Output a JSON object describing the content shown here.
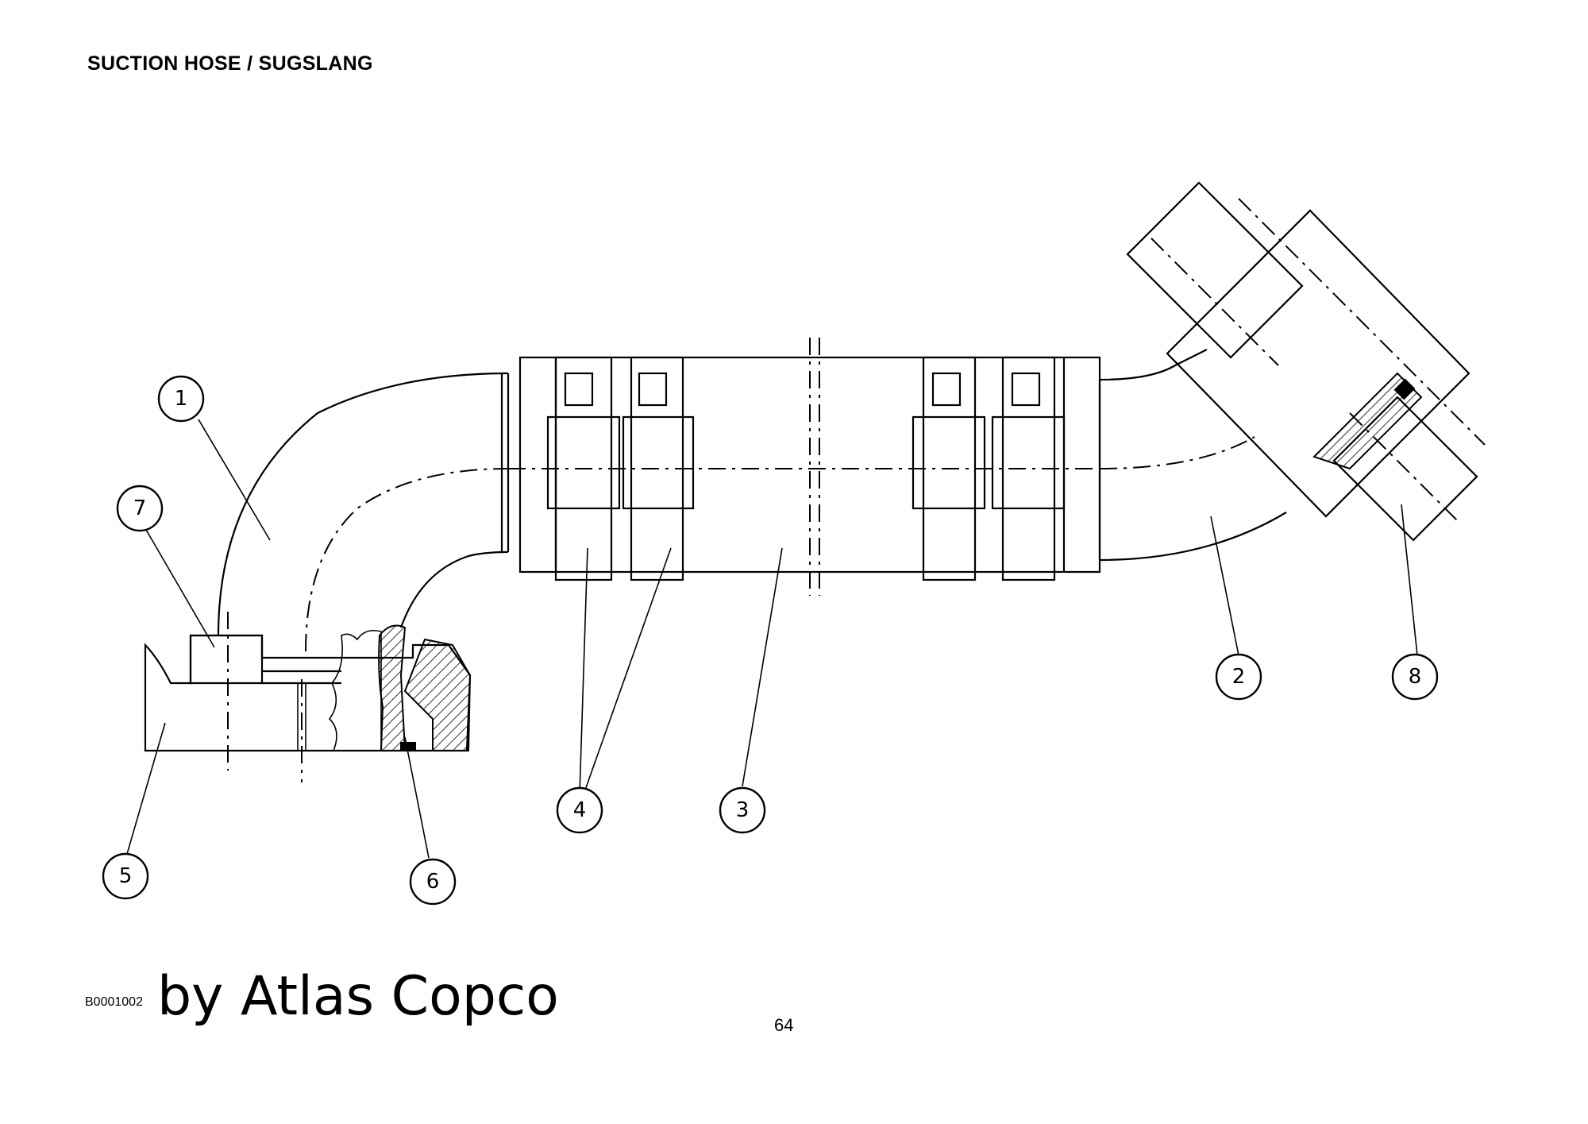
{
  "title": "SUCTION HOSE / SUGSLANG",
  "drawing_code": "B0001002",
  "brand": "by Atlas Copco",
  "page_number": "64",
  "callouts": [
    {
      "id": "1",
      "label": "1"
    },
    {
      "id": "2",
      "label": "2"
    },
    {
      "id": "3",
      "label": "3"
    },
    {
      "id": "4",
      "label": "4"
    },
    {
      "id": "5",
      "label": "5"
    },
    {
      "id": "6",
      "label": "6"
    },
    {
      "id": "7",
      "label": "7"
    },
    {
      "id": "8",
      "label": "8"
    }
  ]
}
